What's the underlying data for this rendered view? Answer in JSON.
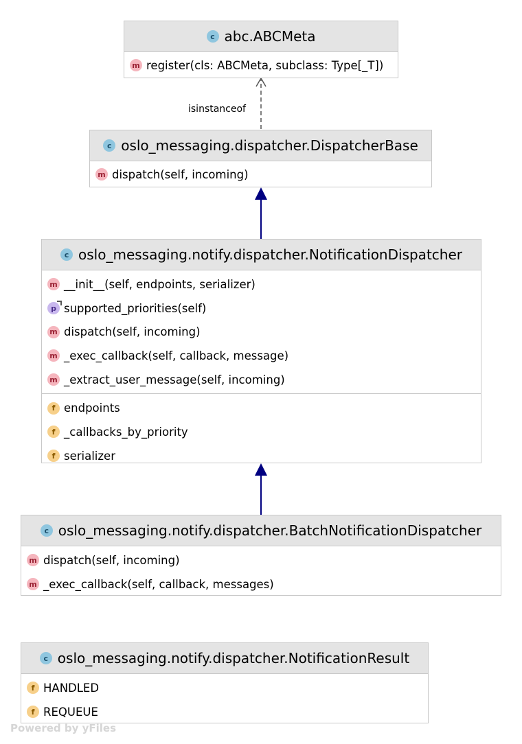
{
  "classes": {
    "abcmeta": {
      "name": "abc.ABCMeta",
      "methods": [
        {
          "label": "register(cls: ABCMeta, subclass: Type[_T])",
          "icon": "m"
        }
      ]
    },
    "dispatcher_base": {
      "name": "oslo_messaging.dispatcher.DispatcherBase",
      "methods": [
        {
          "label": "dispatch(self, incoming)",
          "icon": "m"
        }
      ]
    },
    "notification_dispatcher": {
      "name": "oslo_messaging.notify.dispatcher.NotificationDispatcher",
      "methods": [
        {
          "label": "__init__(self, endpoints, serializer)",
          "icon": "m"
        },
        {
          "label": "supported_priorities(self)",
          "icon": "p"
        },
        {
          "label": "dispatch(self, incoming)",
          "icon": "m"
        },
        {
          "label": "_exec_callback(self, callback, message)",
          "icon": "m"
        },
        {
          "label": "_extract_user_message(self, incoming)",
          "icon": "m"
        }
      ],
      "fields": [
        {
          "label": "endpoints",
          "icon": "f"
        },
        {
          "label": "_callbacks_by_priority",
          "icon": "f"
        },
        {
          "label": "serializer",
          "icon": "f"
        }
      ]
    },
    "batch_notification_dispatcher": {
      "name": "oslo_messaging.notify.dispatcher.BatchNotificationDispatcher",
      "methods": [
        {
          "label": "dispatch(self, incoming)",
          "icon": "m"
        },
        {
          "label": "_exec_callback(self, callback, messages)",
          "icon": "m"
        }
      ]
    },
    "notification_result": {
      "name": "oslo_messaging.notify.dispatcher.NotificationResult",
      "fields": [
        {
          "label": "HANDLED",
          "icon": "f"
        },
        {
          "label": "REQUEUE",
          "icon": "f"
        }
      ]
    }
  },
  "icon_letters": {
    "class": "c",
    "method": "m",
    "field": "f",
    "property": "p"
  },
  "edges": {
    "isinstance_label": "isinstanceof"
  },
  "watermark": "Powered by yFiles",
  "colors": {
    "header_bg": "#e4e4e4",
    "border": "#c8c8c8",
    "inheritance_arrow": "#000080",
    "dependency_arrow": "#555555",
    "class_icon": "#8fc6df",
    "method_icon": "#f5b5bd",
    "field_icon": "#f7d08a",
    "property_icon": "#c9b8ee"
  }
}
